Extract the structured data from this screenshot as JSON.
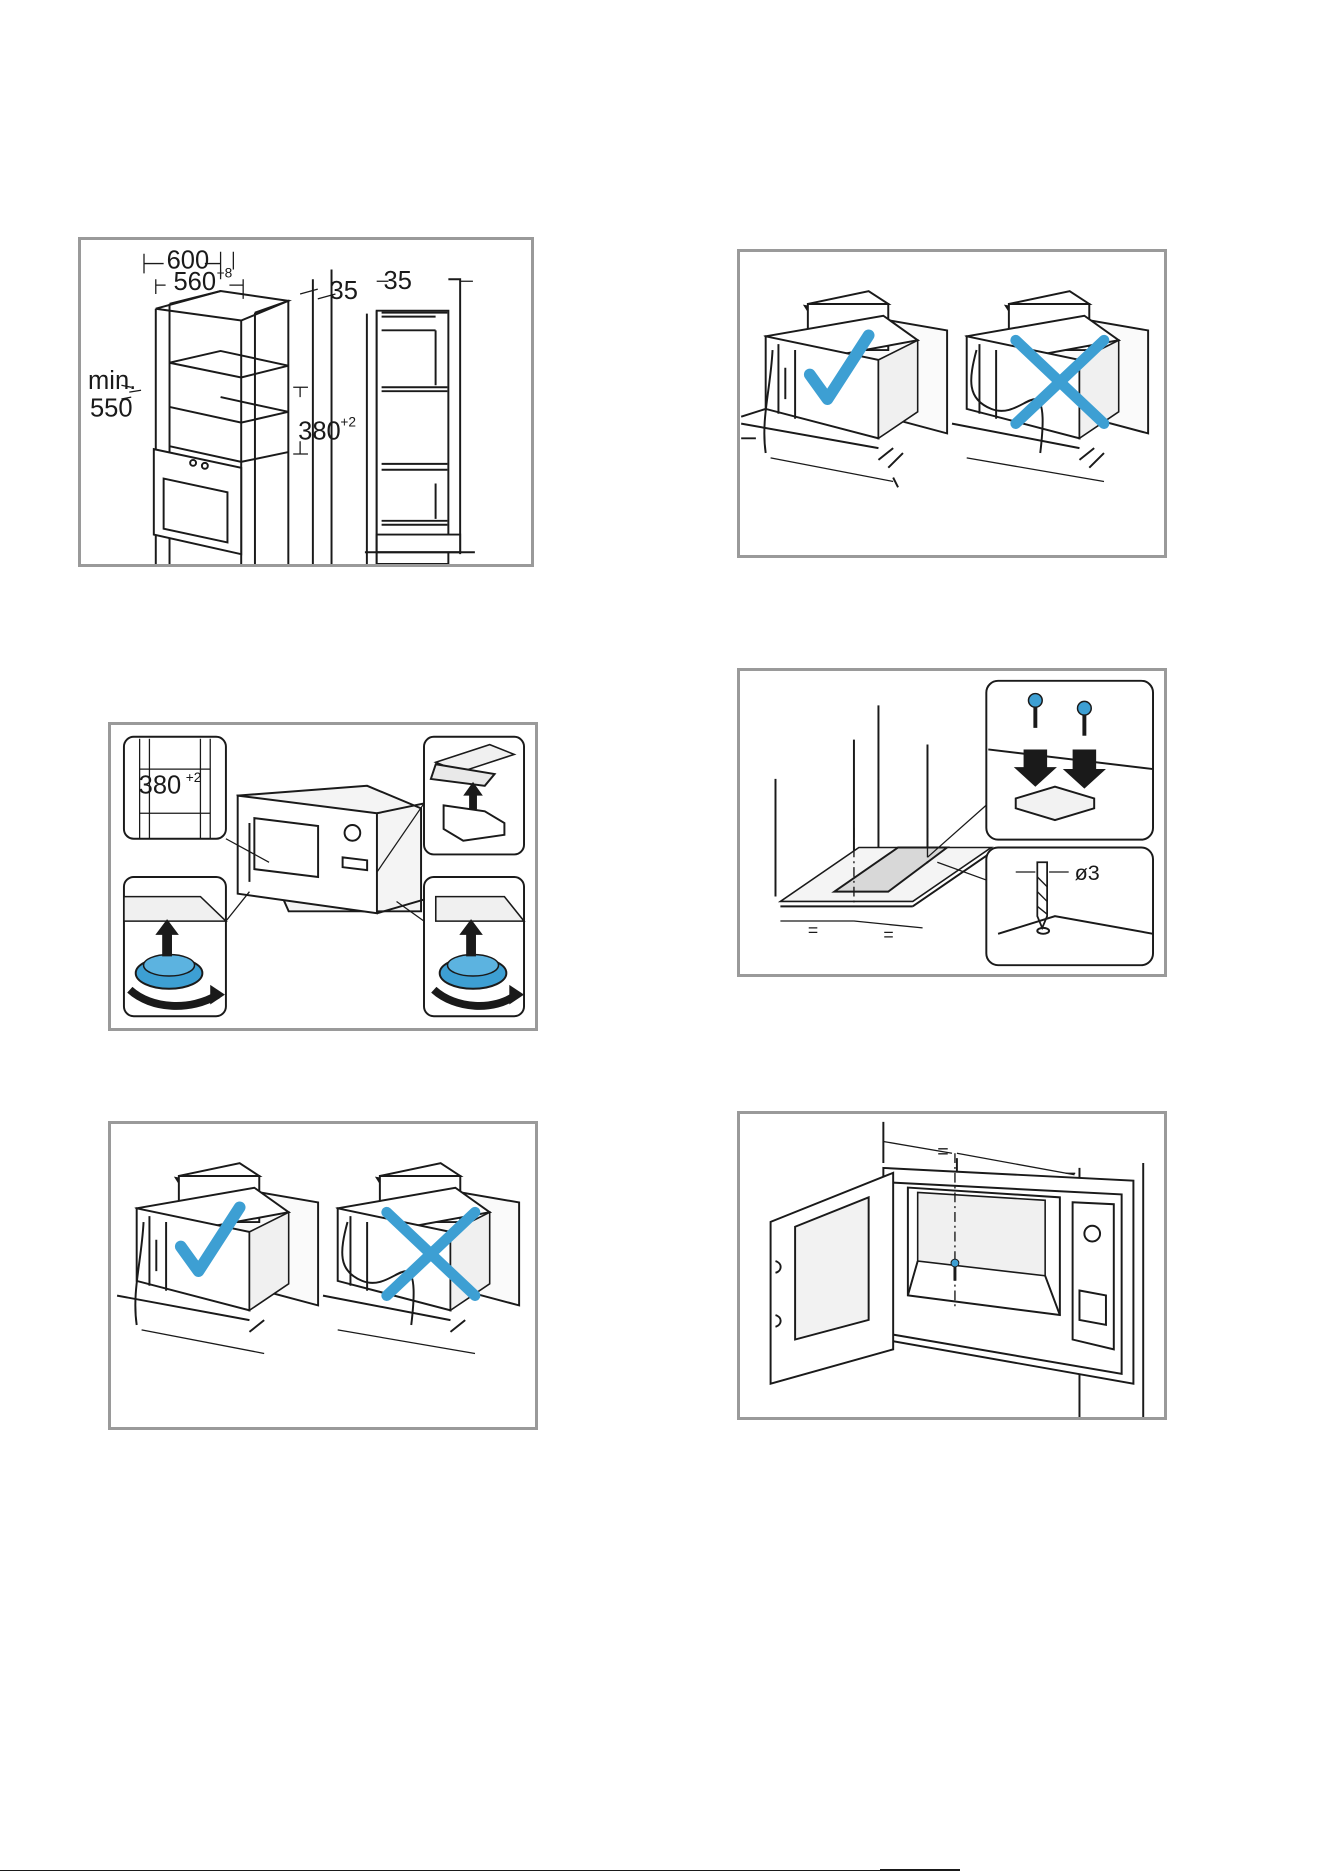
{
  "figures": {
    "cabinet_dimensions": {
      "width_outer": "600",
      "width_inner": "560",
      "width_inner_tol": "+8",
      "depth_gap": "35",
      "min_label": "min.",
      "min_value": "550",
      "height": "380",
      "height_tol": "+2",
      "side_gap": "35"
    },
    "cable_routing_right": {},
    "mount_frame_install": {
      "height": "380",
      "height_tol": "+2"
    },
    "bracket_drilling": {
      "equal_sign": "=",
      "drill_diameter": "ø3"
    },
    "cable_routing_left": {},
    "final_centering": {
      "equal_sign": "="
    }
  },
  "colors": {
    "accent_blue": "#3d9fd3",
    "panel_border": "#9a9a9a",
    "line": "#1a1a1a"
  },
  "icons": [
    "check-mark-icon",
    "cross-mark-icon",
    "arrow-up-icon",
    "arrow-down-icon",
    "rotate-arrow-icon",
    "screw-icon",
    "drill-bit-icon"
  ]
}
